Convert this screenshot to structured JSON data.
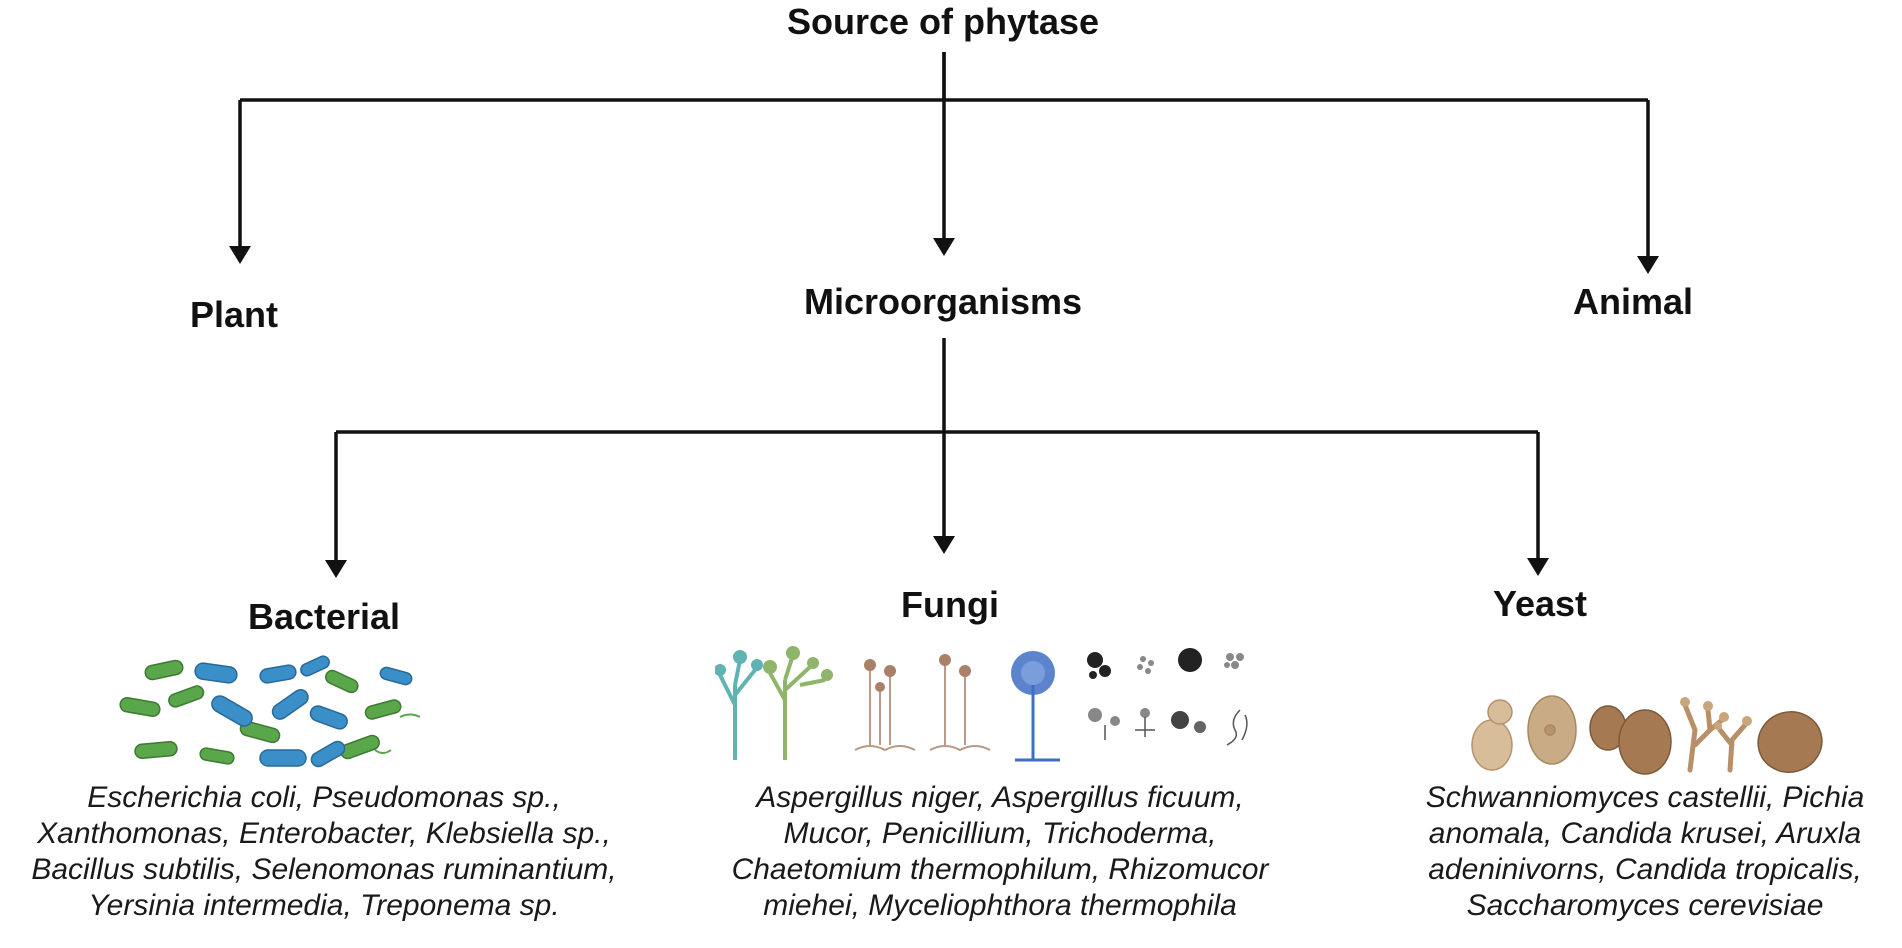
{
  "diagram": {
    "root": "Source of phytase",
    "level1": [
      "Plant",
      "Microorganisms",
      "Animal"
    ],
    "level2": [
      "Bacterial",
      "Fungi",
      "Yeast"
    ],
    "species": {
      "bacterial": [
        "Escherichia coli, Pseudomonas sp.,",
        "Xanthomonas, Enterobacter, Klebsiella sp.,",
        "Bacillus subtilis, Selenomonas ruminantium,",
        "Yersinia intermedia, Treponema sp."
      ],
      "fungi": [
        "Aspergillus niger, Aspergillus ficuum,",
        "Mucor, Penicillium, Trichoderma,",
        "Chaetomium thermophilum, Rhizomucor",
        "miehei, Myceliophthora thermophila"
      ],
      "yeast": [
        "Schwanniomyces castellii, Pichia",
        "anomala, Candida krusei, Aruxla",
        "adeninivorns, Candida tropicalis,",
        "Saccharomyces cerevisiae"
      ]
    },
    "colors": {
      "bacteria_green": "#5aa64a",
      "bacteria_blue": "#3b8fc9",
      "fungi_teal": "#5fb3b3",
      "fungi_olive": "#8fb56a",
      "fungi_brown": "#b89a86",
      "fungi_blue": "#3f6fc4",
      "yeast_tan": "#c9ab86",
      "yeast_brown": "#a57a52"
    }
  }
}
